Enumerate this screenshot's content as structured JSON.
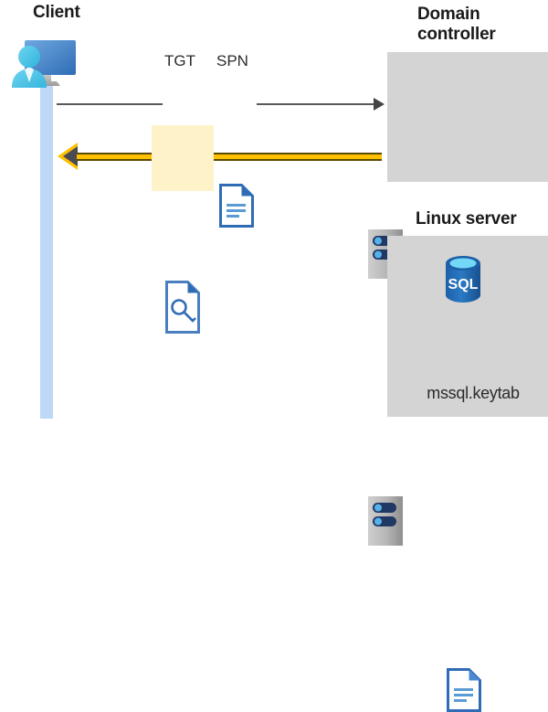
{
  "diagram": {
    "title_client": "Client",
    "title_domain_controller": "Domain\ncontroller",
    "title_domain_controller_line1": "Domain",
    "title_domain_controller_line2": "controller",
    "title_linux_server": "Linux server",
    "label_tgt": "TGT",
    "label_spn": "SPN",
    "label_keytab": "mssql.keytab",
    "label_sql": "SQL"
  },
  "icons": {
    "client": "user-monitor-icon",
    "tgt_doc": "document-icon",
    "spn_doc": "document-icon",
    "ticket_doc": "document-key-icon",
    "dc_rack": "server-rack-icon",
    "cert": "certificate-document-icon",
    "linux_rack": "server-rack-icon",
    "sql_db": "sql-database-icon",
    "keytab_doc": "document-icon"
  },
  "arrows": {
    "request_arrow": "arrow-right-gray",
    "response_arrow": "arrow-left-gold"
  },
  "colors": {
    "lifeline": "#bdd9f7",
    "panel": "#d4d4d4",
    "highlight": "#fdf2c8",
    "gold": "#ffc000",
    "gold_outline": "#5a4a00",
    "arrow_gray": "#444444",
    "doc_blue": "#3d7cc9",
    "doc_blue_dark": "#2f6cb5",
    "rack_navy": "#1f3864",
    "rack_dot": "#56b2e8",
    "sql_blue": "#1f5fa8",
    "cert_gold": "#f7c514",
    "cert_red": "#cc2127",
    "text": "#1a1a1a"
  }
}
